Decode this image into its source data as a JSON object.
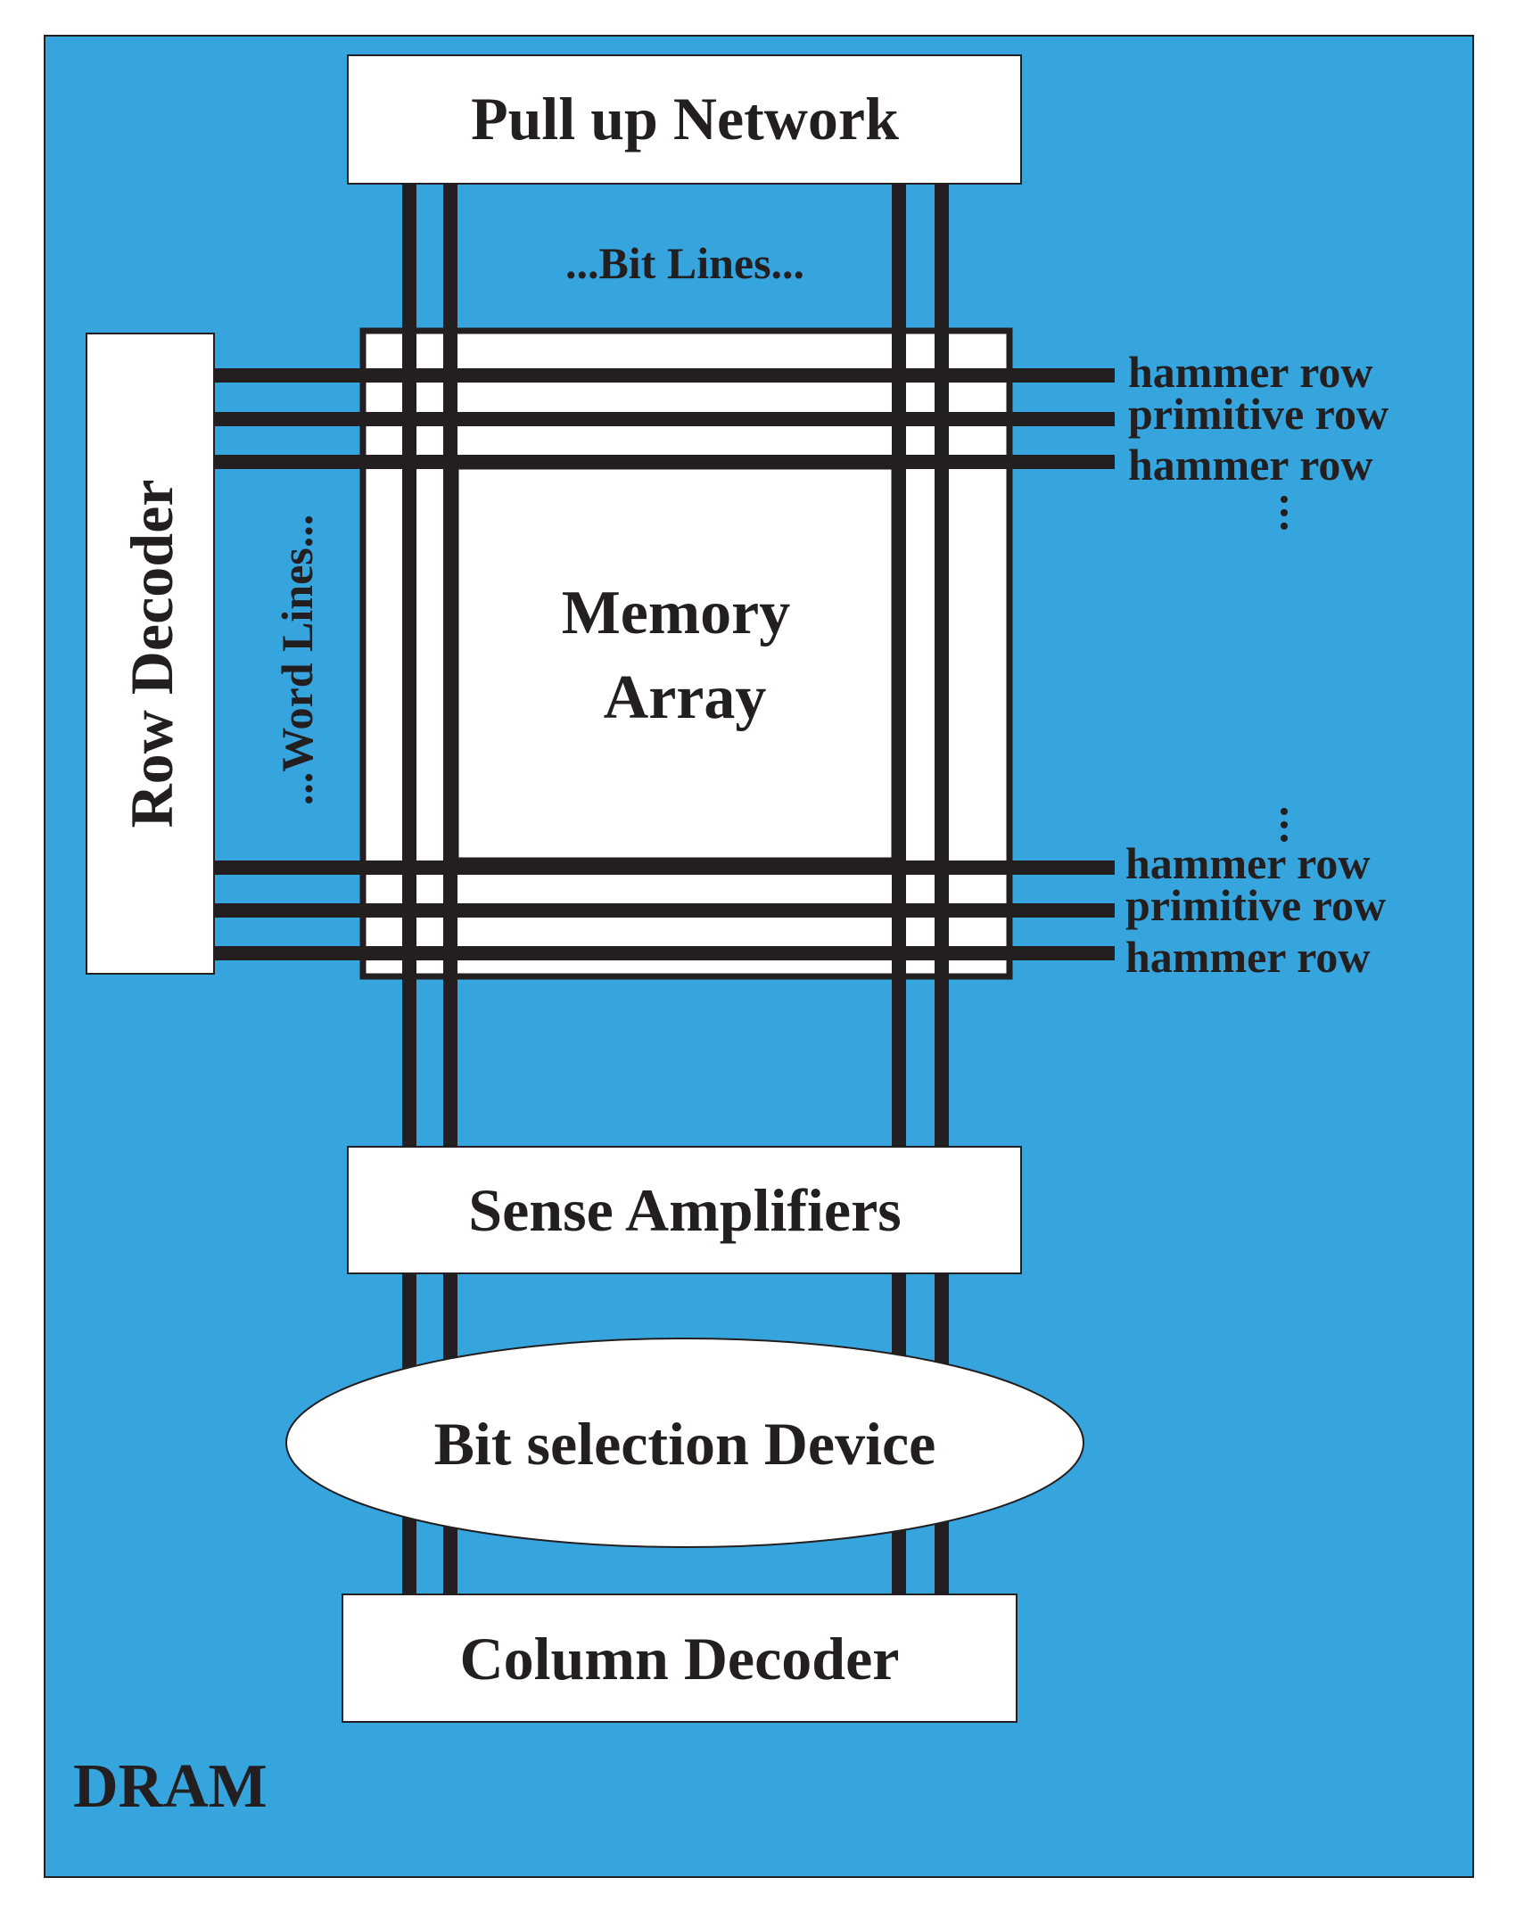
{
  "diagram": {
    "container_label": "DRAM",
    "blocks": {
      "pull_up": "Pull up Network",
      "row_decoder": "Row Decoder",
      "memory_array_line1": "Memory",
      "memory_array_line2": "Array",
      "sense_amplifiers": "Sense Amplifiers",
      "bit_selection": "Bit selection Device",
      "column_decoder": "Column Decoder"
    },
    "line_labels": {
      "bit_lines": "...Bit Lines...",
      "word_lines": "...Word Lines..."
    },
    "row_labels": {
      "top": [
        "hammer row",
        "primitive row",
        "hammer row"
      ],
      "bottom": [
        "hammer row",
        "primitive row",
        "hammer row"
      ]
    },
    "colors": {
      "background": "#36a4dd",
      "block_fill": "#ffffff",
      "line": "#231f20"
    }
  }
}
